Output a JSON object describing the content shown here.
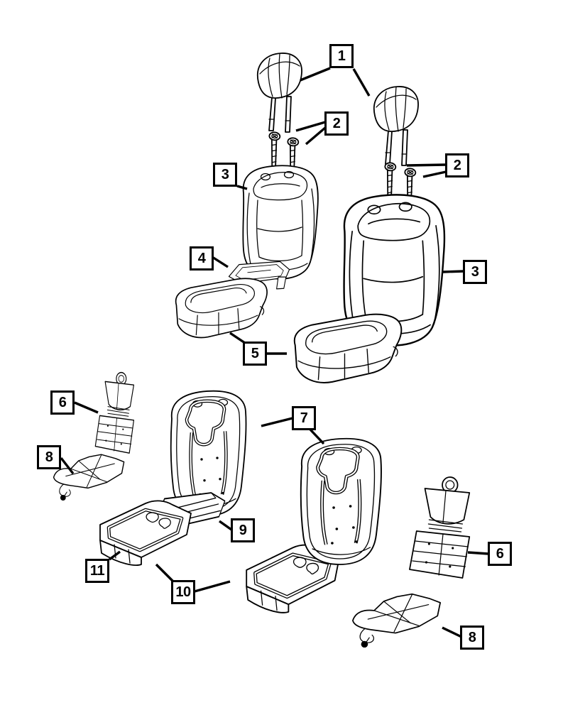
{
  "diagram": {
    "background_color": "#ffffff",
    "line_color": "#000000",
    "callouts": [
      {
        "key": "c1",
        "label": "1"
      },
      {
        "key": "c2a",
        "label": "2"
      },
      {
        "key": "c2b",
        "label": "2"
      },
      {
        "key": "c3a",
        "label": "3"
      },
      {
        "key": "c3b",
        "label": "3"
      },
      {
        "key": "c4",
        "label": "4"
      },
      {
        "key": "c5",
        "label": "5"
      },
      {
        "key": "c6a",
        "label": "6"
      },
      {
        "key": "c7",
        "label": "7"
      },
      {
        "key": "c8a",
        "label": "8"
      },
      {
        "key": "c9",
        "label": "9"
      },
      {
        "key": "c10",
        "label": "10"
      },
      {
        "key": "c11",
        "label": "11"
      },
      {
        "key": "c6b",
        "label": "6"
      },
      {
        "key": "c8b",
        "label": "8"
      }
    ]
  }
}
